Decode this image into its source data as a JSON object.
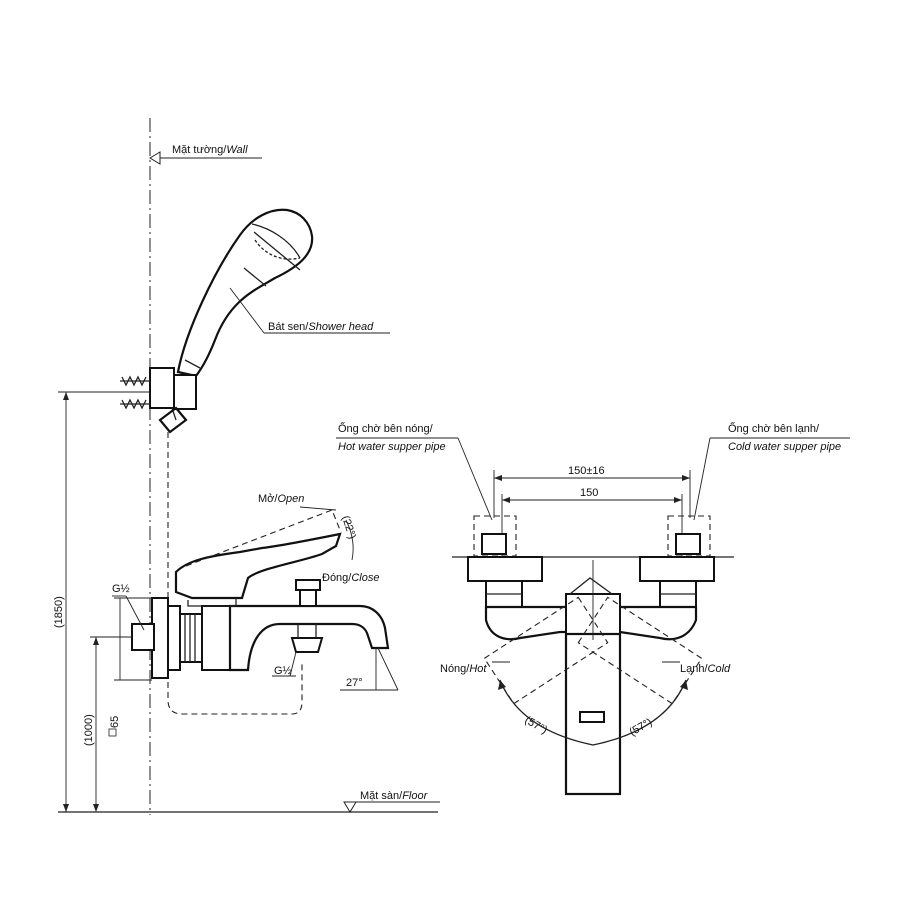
{
  "labels": {
    "wall_vi": "Mặt tường/",
    "wall_en": "Wall",
    "shower_head_vi": "Bát sen/",
    "shower_head_en": "Shower head",
    "open_vi": "Mở/",
    "open_en": "Open",
    "open_angle": "(22°)",
    "close_vi": "Đóng/",
    "close_en": "Close",
    "g_half_left": "G½",
    "g_half_spout": "G½",
    "spout_angle": "27°",
    "dim_1850": "(1850)",
    "dim_1000": "(1000)",
    "dim_65": "65",
    "floor_vi": "Mặt sàn/",
    "floor_en": "Floor",
    "hot_pipe_vi": "Ống chờ bên nóng/",
    "hot_pipe_en": "Hot water supper pipe",
    "cold_pipe_vi": "Ống chờ bên lạnh/",
    "cold_pipe_en": "Cold water supper pipe",
    "dim_150_16": "150±16",
    "dim_150": "150",
    "hot_vi": "Nóng/",
    "hot_en": "Hot",
    "cold_vi": "Lạnh/",
    "cold_en": "Cold",
    "angle_hot": "(57°)",
    "angle_cold": "(57°)"
  }
}
